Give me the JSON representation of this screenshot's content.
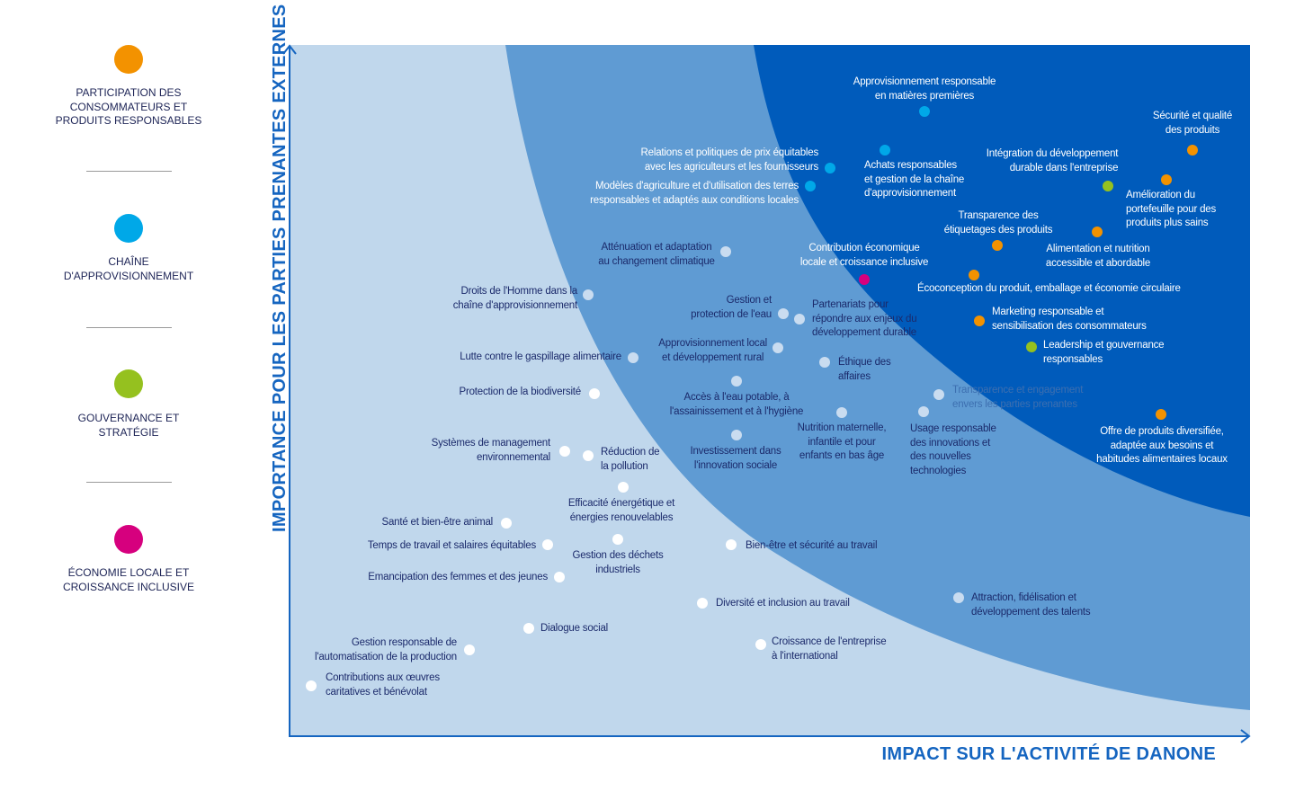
{
  "legend": [
    {
      "label": "Participation des consommateurs et produits responsables",
      "color": "#f39200"
    },
    {
      "label": "Chaîne d'approvisionnement",
      "color": "#00a8e8"
    },
    {
      "label": "Gouvernance et stratégie",
      "color": "#95c11f"
    },
    {
      "label": "Économie locale et croissance inclusive",
      "color": "#d6007e"
    }
  ],
  "axes": {
    "y_label": "IMPORTANCE POUR LES PARTIES PRENANTES EXTERNES",
    "x_label": "IMPACT SUR L'ACTIVITÉ DE DANONE"
  },
  "colors": {
    "zone_low": "#c0d7ec",
    "zone_mid": "#5f9bd3",
    "zone_high": "#005bbb",
    "axis": "#1565c0"
  },
  "issues": [
    "Approvisionnement responsable\nen matières premières",
    "Sécurité et qualité\ndes produits",
    "Relations et politiques de prix équitables\navec les agriculteurs et les fournisseurs",
    "Achats responsables\net gestion de la chaîne\nd'approvisionnement",
    "Intégration du développement\ndurable dans l'entreprise",
    "Modèles d'agriculture et d'utilisation des terres\nresponsables et adaptés aux conditions locales",
    "Amélioration du\nportefeuille pour des\nproduits plus sains",
    "Transparence des\nétiquetages des produits",
    "Alimentation et nutrition\naccessible et abordable",
    "Atténuation et adaptation\nau changement climatique",
    "Contribution économique\nlocale et croissance inclusive",
    "Écoconception du produit, emballage et économie circulaire",
    "Droits de l'Homme dans la\nchaîne d'approvisionnement",
    "Gestion et\nprotection de l'eau",
    "Partenariats pour\nrépondre aux enjeux du\ndéveloppement durable",
    "Marketing responsable et\nsensibilisation des consommateurs",
    "Approvisionnement local\net développement rural",
    "Leadership et gouvernance\nresponsables",
    "Lutte contre le gaspillage alimentaire",
    "Éthique des\naffaires",
    "Accès à l'eau potable, à\nl'assainissement et à l'hygiène",
    "Protection de la biodiversité",
    "Transparence et engagement\nenvers les parties prenantes",
    "Nutrition maternelle,\ninfantile et pour\nenfants en bas âge",
    "Usage responsable\ndes innovations et\ndes nouvelles\ntechnologies",
    "Offre de produits diversifiée,\nadaptée aux besoins et\nhabitudes alimentaires locaux",
    "Investissement dans\nl'innovation sociale",
    "Systèmes de management\nenvironnemental",
    "Réduction de\nla pollution",
    "Efficacité énergétique et\nénergies renouvelables",
    "Santé et bien-être animal",
    "Temps de travail et salaires équitables",
    "Gestion des déchets\nindustriels",
    "Bien-être et sécurité au travail",
    "Emancipation des femmes et des jeunes",
    "Diversité et inclusion au travail",
    "Attraction, fidélisation et\ndéveloppement des talents",
    "Dialogue social",
    "Gestion responsable de\nl'automatisation de la production",
    "Croissance de l'entreprise\nà l'international",
    "Contributions aux œuvres\ncaritatives et bénévolat"
  ]
}
